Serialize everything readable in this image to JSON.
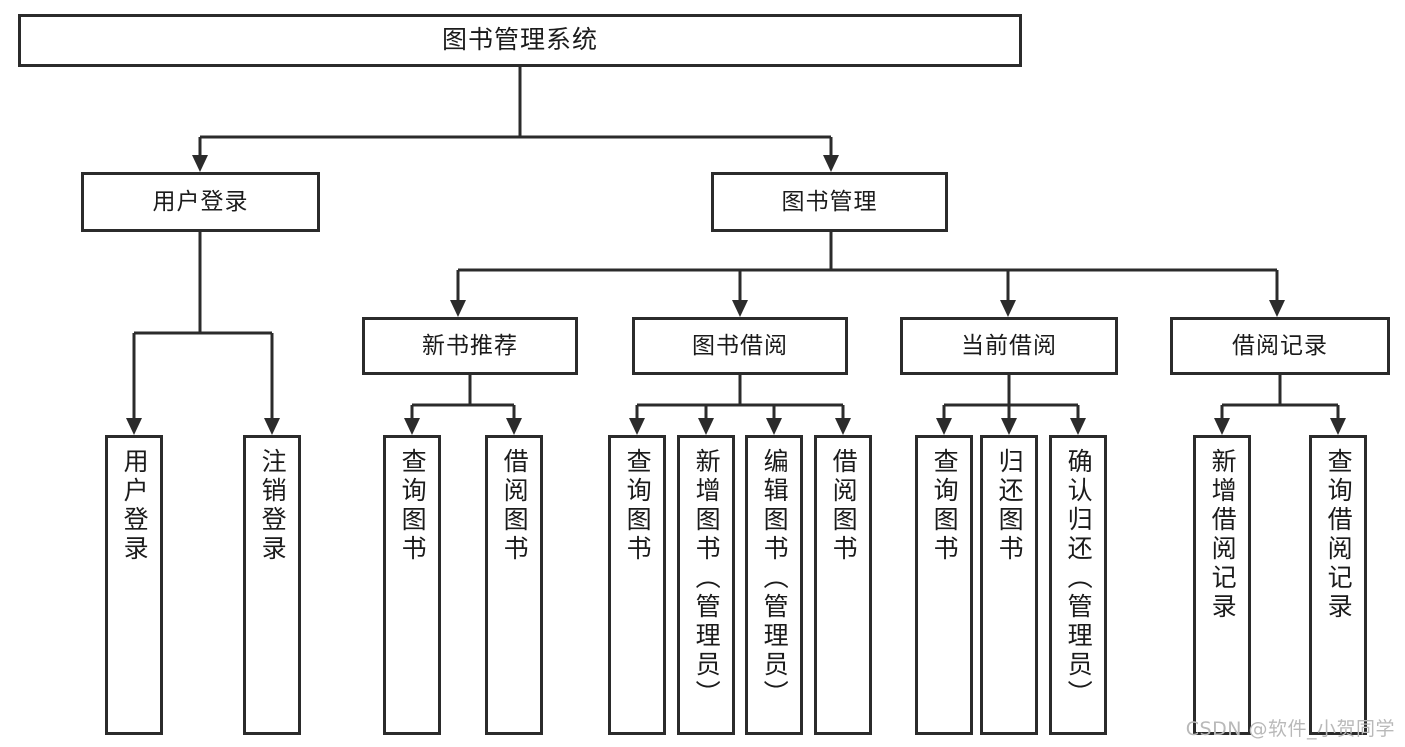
{
  "diagram": {
    "title": "图书管理系统",
    "type": "function-structure-tree",
    "levels": 4,
    "colors": {
      "stroke": "#2b2b2b",
      "box_fill": "#ffffff",
      "text": "#1b1b1b",
      "watermark": "#b9b9b9",
      "background": "#ffffff"
    }
  },
  "root": {
    "label": "图书管理系统"
  },
  "level2": [
    {
      "id": "user-login",
      "label": "用户登录"
    },
    {
      "id": "book-management",
      "label": "图书管理"
    }
  ],
  "level3": [
    {
      "id": "new-book-recommend",
      "label": "新书推荐",
      "parent": "book-management"
    },
    {
      "id": "book-borrow",
      "label": "图书借阅",
      "parent": "book-management"
    },
    {
      "id": "current-borrow",
      "label": "当前借阅",
      "parent": "book-management"
    },
    {
      "id": "borrow-record",
      "label": "借阅记录",
      "parent": "book-management"
    }
  ],
  "leaves": {
    "user_login": [
      {
        "id": "leaf-user-login",
        "label": "用户登录"
      },
      {
        "id": "leaf-logout-login",
        "label": "注销登录"
      }
    ],
    "new_book_recommend": [
      {
        "id": "leaf-query-book-1",
        "label": "查询图书"
      },
      {
        "id": "leaf-borrow-book-1",
        "label": "借阅图书"
      }
    ],
    "book_borrow": [
      {
        "id": "leaf-query-book-2",
        "label": "查询图书"
      },
      {
        "id": "leaf-add-book",
        "label": "新增图书（管理员）"
      },
      {
        "id": "leaf-edit-book",
        "label": "编辑图书（管理员）"
      },
      {
        "id": "leaf-borrow-book-2",
        "label": "借阅图书"
      }
    ],
    "current_borrow": [
      {
        "id": "leaf-query-book-3",
        "label": "查询图书"
      },
      {
        "id": "leaf-return-book",
        "label": "归还图书"
      },
      {
        "id": "leaf-confirm-return",
        "label": "确认归还（管理员）"
      }
    ],
    "borrow_record": [
      {
        "id": "leaf-add-record",
        "label": "新增借阅记录"
      },
      {
        "id": "leaf-query-record",
        "label": "查询借阅记录"
      }
    ]
  },
  "watermark": {
    "text": "CSDN @软件_小贺同学"
  }
}
